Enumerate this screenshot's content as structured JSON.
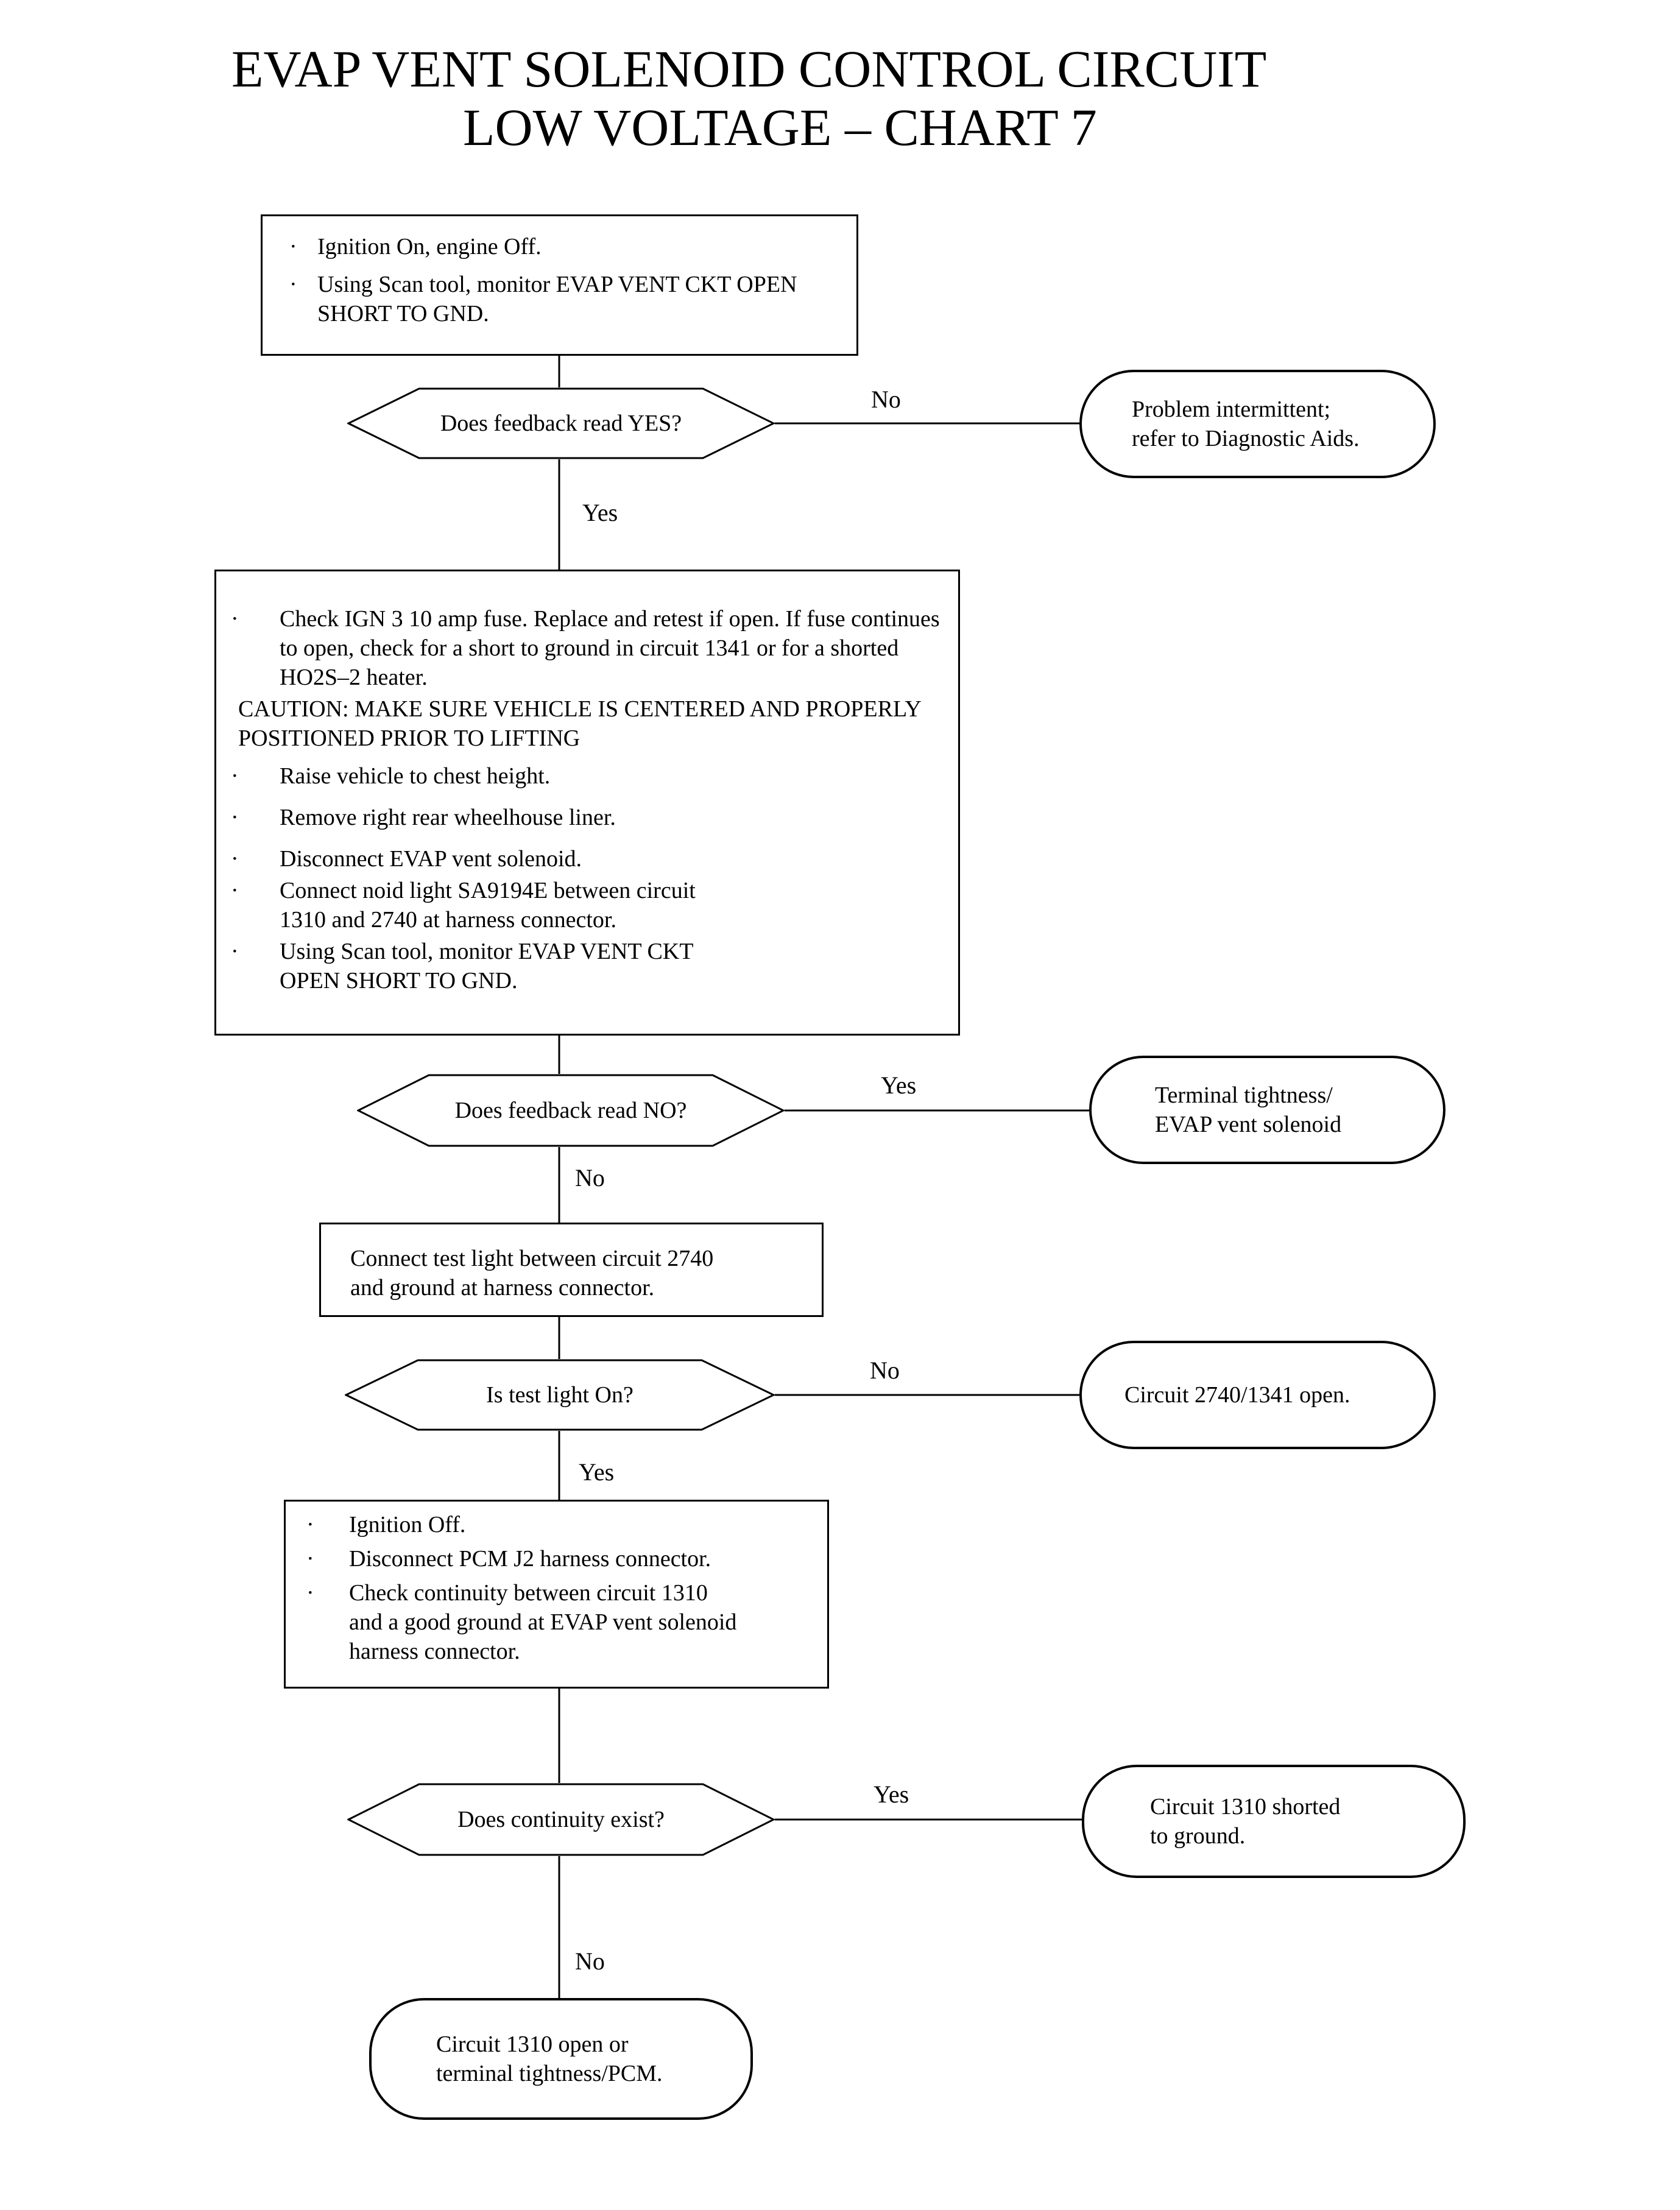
{
  "title": {
    "line1": "EVAP VENT SOLENOID CONTROL CIRCUIT",
    "line2": "LOW VOLTAGE – CHART 7"
  },
  "step1": {
    "items": [
      "Ignition On, engine Off.",
      "Using Scan tool, monitor EVAP VENT CKT OPEN SHORT TO GND."
    ]
  },
  "decision1": {
    "question": "Does feedback read YES?",
    "no_label": "No",
    "yes_label": "Yes"
  },
  "result1": {
    "line1": "Problem intermittent;",
    "line2": "refer to Diagnostic Aids."
  },
  "step2": {
    "item1": "Check IGN 3 10 amp fuse. Replace and retest if open. If fuse continues to open, check for a short to ground in circuit 1341 or for a shorted HO2S–2 heater.",
    "caution": "CAUTION:  MAKE SURE VEHICLE IS CENTERED AND PROPERLY POSITIONED PRIOR TO LIFTING",
    "items": [
      "Raise vehicle to chest height.",
      "Remove right rear wheelhouse liner.",
      "Disconnect EVAP vent solenoid.",
      "Connect noid light SA9194E between circuit 1310 and 2740 at harness connector.",
      "Using Scan tool, monitor EVAP VENT CKT OPEN SHORT TO GND."
    ]
  },
  "decision2": {
    "question": "Does feedback read NO?",
    "yes_label": "Yes",
    "no_label": "No"
  },
  "result2": {
    "line1": "Terminal tightness/",
    "line2": "EVAP vent solenoid"
  },
  "step3": {
    "line1": "Connect test light between circuit 2740",
    "line2": "and ground at harness connector."
  },
  "decision3": {
    "question": "Is test light On?",
    "no_label": "No",
    "yes_label": "Yes"
  },
  "result3": {
    "line1": "Circuit 2740/1341 open."
  },
  "step4": {
    "items": [
      "Ignition Off.",
      "Disconnect PCM J2 harness connector.",
      "Check continuity between circuit 1310 and a good ground at EVAP vent solenoid harness connector."
    ]
  },
  "decision4": {
    "question": "Does continuity exist?",
    "yes_label": "Yes",
    "no_label": "No"
  },
  "result4": {
    "line1": "Circuit 1310 shorted",
    "line2": "to ground."
  },
  "result5": {
    "line1": "Circuit 1310 open or",
    "line2": "terminal tightness/PCM."
  }
}
